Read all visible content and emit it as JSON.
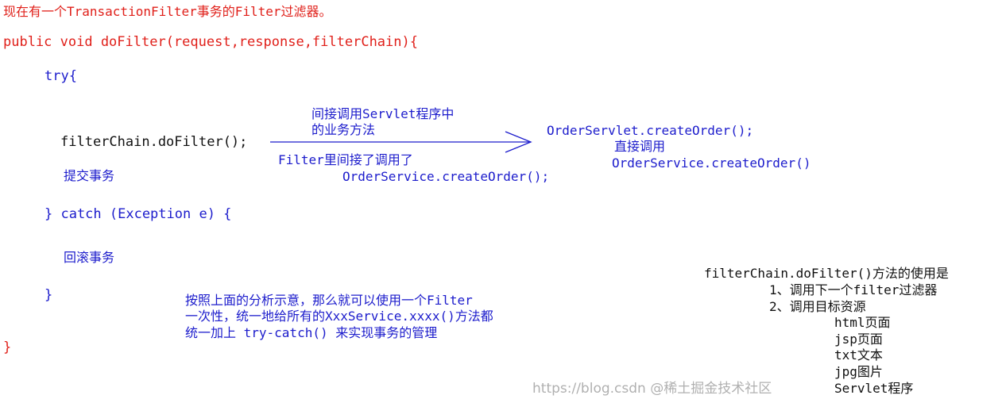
{
  "colors": {
    "code_red": "#e0201a",
    "annotation_blue": "#1c1ccc",
    "text_black": "#111111"
  },
  "intro": "现在有一个TransactionFilter事务的Filter过滤器。",
  "signature": "public void doFilter(request,response,filterChain){",
  "try_open": "try{",
  "do_filter_call": "filterChain.doFilter();",
  "commit": "提交事务",
  "catch_line": "} catch (Exception e) {",
  "rollback": "回滚事务",
  "catch_close": "}",
  "method_close": "}",
  "arrow": {
    "above_1": "间接调用Servlet程序中",
    "above_2": "的业务方法",
    "below_1": "Filter里间接了调用了",
    "below_2": "OrderService.createOrder();"
  },
  "target": {
    "line1": "OrderServlet.createOrder();",
    "line2": "直接调用",
    "line3": "OrderService.createOrder()"
  },
  "summary": {
    "line1": "按照上面的分析示意，那么就可以使用一个Filter",
    "line2": "一次性，统一地给所有的XxxService.xxxx()方法都",
    "line3": "统一加上 try-catch() 来实现事务的管理"
  },
  "usage": {
    "title": "filterChain.doFilter()方法的使用是",
    "item1": "1、调用下一个filter过滤器",
    "item2": "2、调用目标资源",
    "resources": [
      "html页面",
      "jsp页面",
      "txt文本",
      "jpg图片",
      "Servlet程序"
    ]
  },
  "watermark": "https://blog.csdn @稀土掘金技术社区"
}
